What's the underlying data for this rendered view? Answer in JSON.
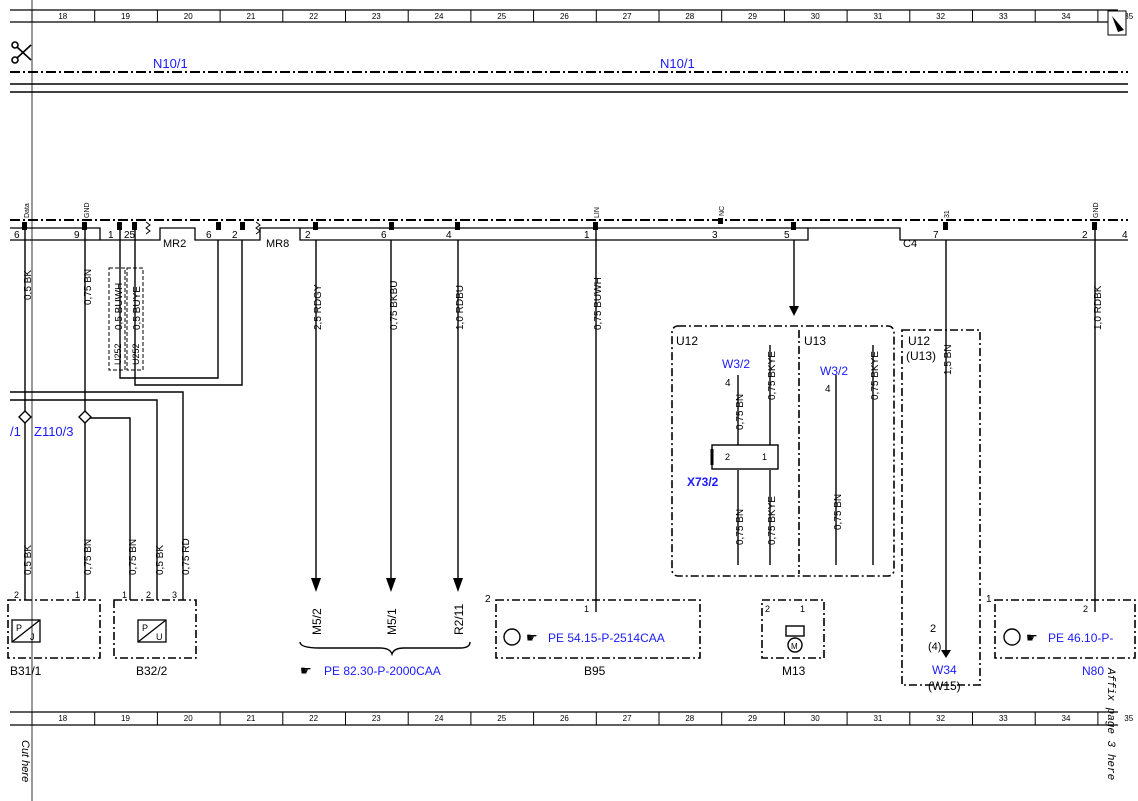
{
  "ruler": {
    "columns": [
      "18",
      "19",
      "20",
      "21",
      "22",
      "23",
      "24",
      "25",
      "26",
      "27",
      "28",
      "29",
      "30",
      "31",
      "32",
      "33",
      "34",
      "35"
    ]
  },
  "header": {
    "bus_left": "N10/1",
    "bus_right": "N10/1"
  },
  "connector_pins": {
    "p6": "6",
    "p9": "9",
    "p1": "1",
    "p25": "25",
    "mr2": "MR2",
    "p6b": "6",
    "p2": "2",
    "mr8": "MR8",
    "p2b": "2",
    "p6c": "6",
    "p4": "4",
    "p1b": "1",
    "p3": "3",
    "p5": "5",
    "c4": "C4",
    "p7": "7",
    "p2c": "2",
    "p4b": "4"
  },
  "pin_names": {
    "data": "Data",
    "gnd1": "GND",
    "lin": "LIN",
    "nc": "NC",
    "n31": "31",
    "gnd2": "GND"
  },
  "wires": {
    "w1": "0,5 BK",
    "w2": "0,75 BN",
    "w3": "0,5 BUWH",
    "w4": "0,5 BUYE",
    "w5": "2,5 RDGY",
    "w6": "0,75 BKBU",
    "w7": "1,0 RDBU",
    "w8": "0,75 BUWH",
    "w9": "1,0 RDBK",
    "w10": "1,5 BN",
    "w11": "0,5 BK",
    "w12": "0,75 BN",
    "w13": "0,75 BN",
    "w14": "0,5 BK",
    "w15": "0,75 RD",
    "u12_w1": "0,75 BN",
    "u12_w2": "0,75 BKYE",
    "u12_w3": "0,75 BN",
    "u12_w4": "0,75 BKYE",
    "u13_w1": "0,75 BKYE",
    "u13_w2": "0,75 BN"
  },
  "twisted": {
    "a": "U252",
    "b": "U252"
  },
  "splices": {
    "s1": "/1",
    "s2": "Z110/3"
  },
  "groups": {
    "u12": "U12",
    "u13": "U13",
    "w32a": "W3/2",
    "w32b": "W3/2",
    "pin4a": "4",
    "pin4b": "4",
    "x73": "X73/2",
    "x_p2": "2",
    "x_p1": "1",
    "u12u13_a": "U12",
    "u12u13_b": "(U13)",
    "w34_pin": "2",
    "w34_pin2": "(4)",
    "w34": "W34",
    "w15": "(W15)"
  },
  "components": {
    "b31": "B31/1",
    "b32": "B32/2",
    "b95": "B95",
    "m13": "M13",
    "n80": "N80",
    "b31_p2": "2",
    "b31_p1": "1",
    "b32_p1": "1",
    "b32_p2": "2",
    "b32_p3": "3",
    "b95_p2": "2",
    "b95_p1": "1",
    "m13_p2": "2",
    "m13_p1": "1",
    "n80_p1": "1",
    "n80_p2": "2"
  },
  "references": {
    "ref1": "PE 82.30-P-2000CAA",
    "ref2": "PE 54.15-P-2514CAA",
    "ref3": "PE 46.10-P-"
  },
  "targets": {
    "t1": "M5/2",
    "t2": "M5/1",
    "t3": "R2/11"
  },
  "side_notes": {
    "cut": "Cut here",
    "affix": "Affix page 3 here"
  }
}
